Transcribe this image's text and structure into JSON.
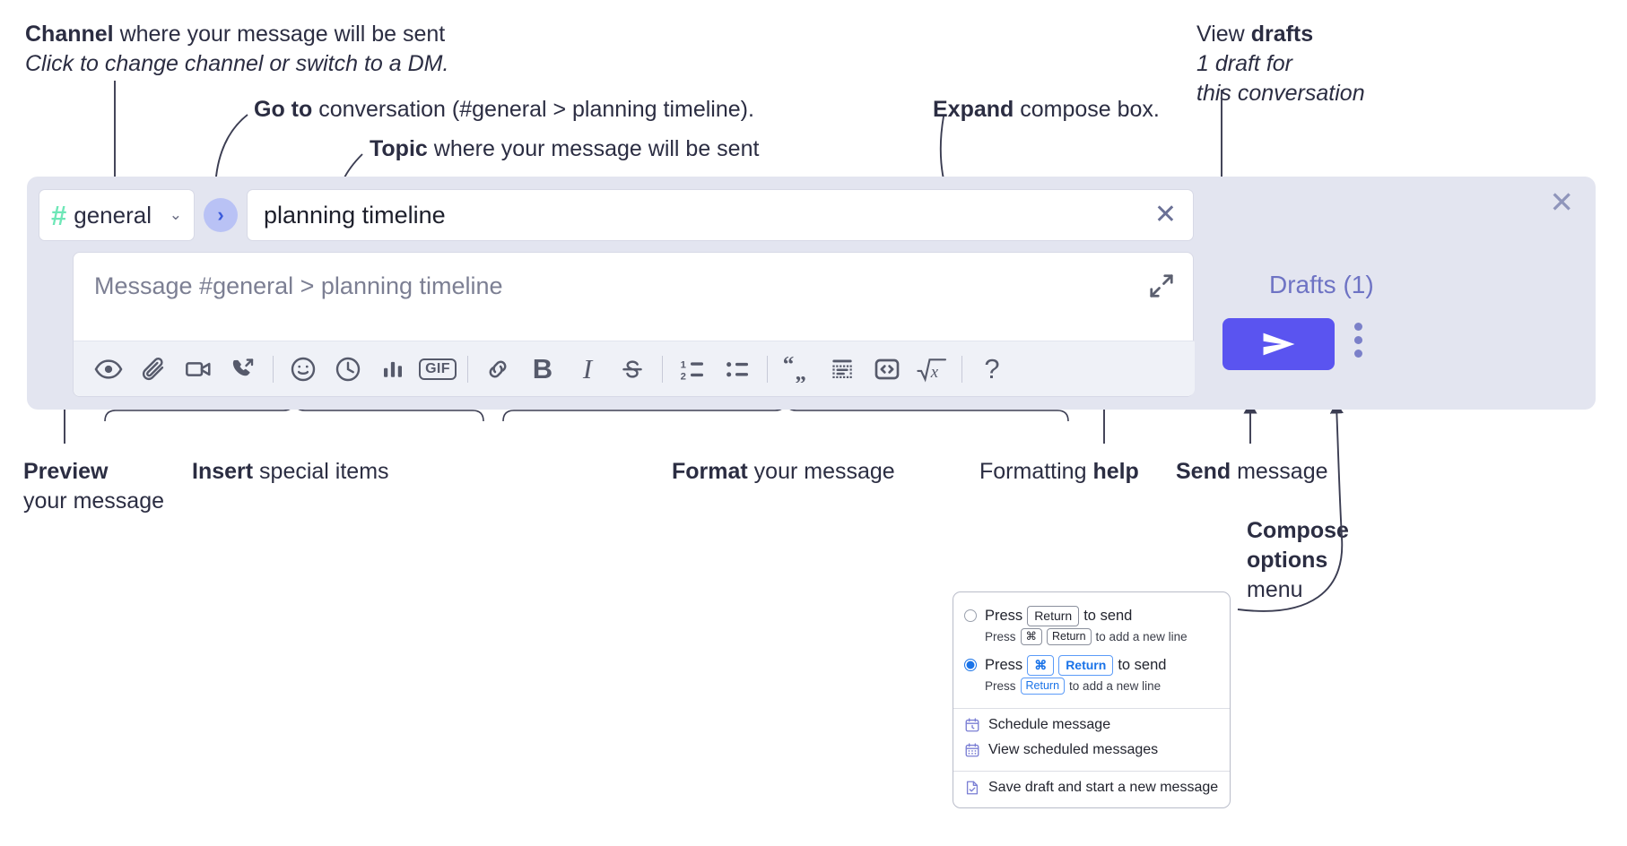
{
  "annotations": {
    "channel": {
      "strong": "Channel",
      "rest": " where your message will be sent",
      "sub": "Click to change channel or switch to a DM."
    },
    "goto": {
      "strong": "Go to",
      "rest": " conversation (#general > planning timeline)."
    },
    "topic": {
      "strong": "Topic",
      "rest": " where your message will be sent"
    },
    "expand": {
      "strong": "Expand",
      "rest": " compose box."
    },
    "drafts": {
      "pre": "View ",
      "strong": "drafts",
      "sub1": "1 draft for",
      "sub2": "this conversation"
    },
    "preview": {
      "strong": "Preview",
      "line2": "your message"
    },
    "insert": {
      "strong": "Insert",
      "rest": " special items"
    },
    "format": {
      "strong": "Format",
      "rest": " your message"
    },
    "help": {
      "pre": "Formatting ",
      "strong": "help"
    },
    "send": {
      "strong": "Send",
      "rest": " message"
    },
    "compose_options": {
      "l1": "Compose",
      "l2": "options",
      "l3": "menu"
    }
  },
  "compose": {
    "channel": {
      "hash": "#",
      "name": "general",
      "chevron": "⌄"
    },
    "goto_button": "›",
    "topic": {
      "value": "planning timeline",
      "clear": "✕"
    },
    "message": {
      "placeholder": "Message #general > planning timeline"
    },
    "close": "✕",
    "drafts_label": "Drafts (1)",
    "toolbar": [
      {
        "name": "preview-icon",
        "label": "Preview"
      },
      {
        "name": "attachment-icon",
        "label": "Attach file"
      },
      {
        "name": "video-icon",
        "label": "Record video clip"
      },
      {
        "name": "audio-call-icon",
        "label": "Record audio clip"
      },
      {
        "name": "divider-1",
        "label": ""
      },
      {
        "name": "emoji-icon",
        "label": "Emoji"
      },
      {
        "name": "clock-icon",
        "label": "Reminder"
      },
      {
        "name": "poll-icon",
        "label": "Poll"
      },
      {
        "name": "gif-icon",
        "label": "GIF"
      },
      {
        "name": "divider-2",
        "label": ""
      },
      {
        "name": "link-icon",
        "label": "Link"
      },
      {
        "name": "bold-icon",
        "label": "B"
      },
      {
        "name": "italic-icon",
        "label": "I"
      },
      {
        "name": "strikethrough-icon",
        "label": "S"
      },
      {
        "name": "divider-3",
        "label": ""
      },
      {
        "name": "ordered-list-icon",
        "label": "Ordered list"
      },
      {
        "name": "bulleted-list-icon",
        "label": "Bulleted list"
      },
      {
        "name": "divider-4",
        "label": ""
      },
      {
        "name": "blockquote-icon",
        "label": "Blockquote"
      },
      {
        "name": "code-block-icon",
        "label": "Code block"
      },
      {
        "name": "code-icon",
        "label": "Code"
      },
      {
        "name": "math-icon",
        "label": "Math"
      },
      {
        "name": "divider-5",
        "label": ""
      },
      {
        "name": "help-icon",
        "label": "?"
      }
    ]
  },
  "menu": {
    "options": [
      {
        "selected": false,
        "main": {
          "pre": "Press",
          "key": "Return",
          "post": "to send"
        },
        "sub": {
          "pre": "Press",
          "key1": "⌘",
          "key2": "Return",
          "post": "to add a new line"
        }
      },
      {
        "selected": true,
        "main": {
          "pre": "Press",
          "key1": "⌘",
          "key2": "Return",
          "post": "to send"
        },
        "sub": {
          "pre": "Press",
          "key": "Return",
          "post": "to add a new line"
        }
      }
    ],
    "items": [
      {
        "icon": "calendar-clock-icon",
        "label": "Schedule message"
      },
      {
        "icon": "calendar-grid-icon",
        "label": "View scheduled messages"
      },
      {
        "icon": "save-draft-icon",
        "label": "Save draft and start a new message",
        "divider_above": true
      }
    ]
  },
  "colors": {
    "accent": "#5a54f0",
    "compose_bg": "#e3e5f0",
    "hash_green": "#6ee7b7",
    "drafts_text": "#6e73c4",
    "key_blue": "#1a73e8"
  }
}
